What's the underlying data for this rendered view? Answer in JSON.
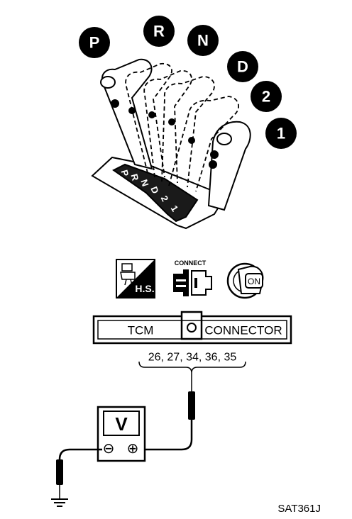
{
  "gear_positions": [
    "P",
    "R",
    "N",
    "D",
    "2",
    "1"
  ],
  "indicator_plate": [
    "P",
    "R",
    "N",
    "D",
    "2",
    "1"
  ],
  "icons": {
    "hand_brake": {
      "name": "hand-brake-icon",
      "label": "H.S."
    },
    "connect": {
      "name": "connector-icon",
      "label": "CONNECT"
    },
    "ignition": {
      "name": "ignition-key-icon",
      "label": "ON"
    }
  },
  "connector": {
    "left_label": "TCM",
    "right_label": "CONNECTOR",
    "terminals": "26, 27, 34, 36, 35"
  },
  "meter": {
    "label": "V",
    "neg": "⊖",
    "pos": "⊕"
  },
  "figure_id": "SAT361J"
}
